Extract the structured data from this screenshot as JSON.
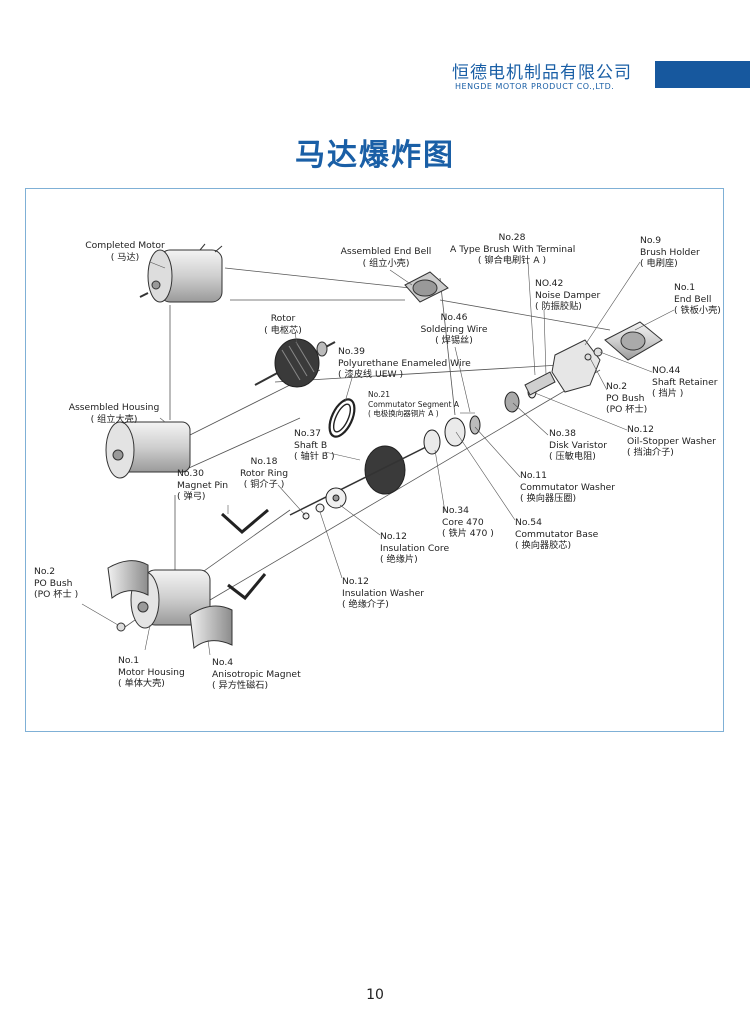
{
  "header": {
    "brand_cn": "恒德电机制品有限公司",
    "brand_en": "HENGDE MOTOR PRODUCT CO.,LTD.",
    "accent_color": "#17589e"
  },
  "page_title": "马达爆炸图",
  "page_number": "10",
  "parts": {
    "completed_motor": {
      "name": "Completed Motor",
      "cn": "( 马达)"
    },
    "assembled_end_bell": {
      "name": "Assembled End Bell",
      "cn": "( 组立小壳)"
    },
    "brush_terminal": {
      "no": "No.28",
      "name": "A Type Brush With Terminal",
      "cn": "( 铆合电刷针 A )"
    },
    "brush_holder": {
      "no": "No.9",
      "name": "Brush Holder",
      "cn": "( 电刷座)"
    },
    "noise_damper": {
      "no": "NO.42",
      "name": "Noise Damper",
      "cn": "( 防振胶贴)"
    },
    "end_bell": {
      "no": "No.1",
      "name": "End Bell",
      "cn": "( 铁板小壳)"
    },
    "rotor": {
      "name": "Rotor",
      "cn": "( 电枢芯)"
    },
    "soldering_wire": {
      "no": "No.46",
      "name": "Soldering Wire",
      "cn": "( 焊锡丝)"
    },
    "enameled_wire": {
      "no": "No.39",
      "name": "Polyurethane Enameled Wire",
      "cn": "( 漆皮线 UEW )"
    },
    "shaft_retainer": {
      "no": "NO.44",
      "name": "Shaft Retainer",
      "cn": "( 挡片 )"
    },
    "po_bush_top": {
      "no": "No.2",
      "name": "PO Bush",
      "cn": "(PO 杯士)"
    },
    "commutator_segment": {
      "no": "No.21",
      "name": "Commutator Segment A",
      "cn": "( 电极换向器铜片 A )"
    },
    "assembled_housing": {
      "name": "Assembled Housing",
      "cn": "( 组立大壳)"
    },
    "shaft_b": {
      "no": "No.37",
      "name": "Shaft B",
      "cn": "( 轴针 B )"
    },
    "disk_varistor": {
      "no": "No.38",
      "name": "Disk Varistor",
      "cn": "( 压敏电阻)"
    },
    "oil_stopper_washer": {
      "no": "No.12",
      "name": "Oil-Stopper Washer",
      "cn": "( 挡油介子)"
    },
    "magnet_pin": {
      "no": "No.30",
      "name": "Magnet Pin",
      "cn": "( 弹弓)"
    },
    "rotor_ring": {
      "no": "No.18",
      "name": "Rotor Ring",
      "cn": "( 铜介子 )"
    },
    "commutator_washer": {
      "no": "No.11",
      "name": "Commutator Washer",
      "cn": "( 换向器压圈)"
    },
    "core_470": {
      "no": "No.34",
      "name": "Core 470",
      "cn": "( 铁片 470 )"
    },
    "commutator_base": {
      "no": "No.54",
      "name": "Commutator Base",
      "cn": "( 换向器胶芯)"
    },
    "insulation_core": {
      "no": "No.12",
      "name": "Insulation Core",
      "cn": "( 绝缘片)"
    },
    "po_bush_left": {
      "no": "No.2",
      "name": "PO Bush",
      "cn": "(PO 杯士 )"
    },
    "insulation_washer": {
      "no": "No.12",
      "name": "Insulation Washer",
      "cn": "( 绝缘介子)"
    },
    "motor_housing": {
      "no": "No.1",
      "name": "Motor Housing",
      "cn": "( 单体大壳)"
    },
    "anisotropic_magnet": {
      "no": "No.4",
      "name": "Anisotropic Magnet",
      "cn": "( 异方性磁石)"
    }
  }
}
